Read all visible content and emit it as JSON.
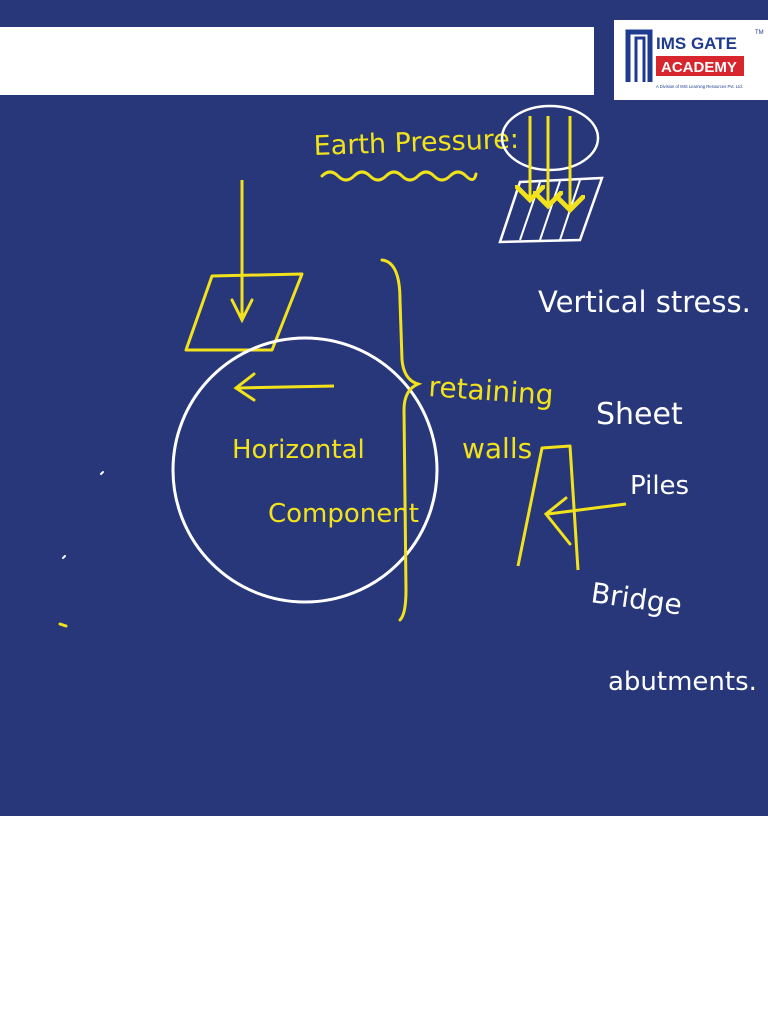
{
  "logo": {
    "line1": "IMS GATE",
    "tm": "TM",
    "line2": "ACADEMY",
    "tagline": "A Division of IMS Learning Resources Pvt. Ltd.",
    "colors": {
      "navy": "#1f3b8f",
      "red": "#d7262e"
    }
  },
  "board": {
    "background": "#27377a",
    "ink_colors": {
      "yellow": "#f2e21b",
      "white": "#ffffff"
    },
    "notes": {
      "earth_pressure": "Earth Pressure:",
      "vertical_stress": "Vertical stress.",
      "retaining": "retaining",
      "walls": "walls",
      "horizontal": "Horizontal",
      "component": "Component",
      "sheet": "Sheet",
      "piles": "Piles",
      "bridge": "Bridge",
      "abutments": "abutments."
    }
  }
}
